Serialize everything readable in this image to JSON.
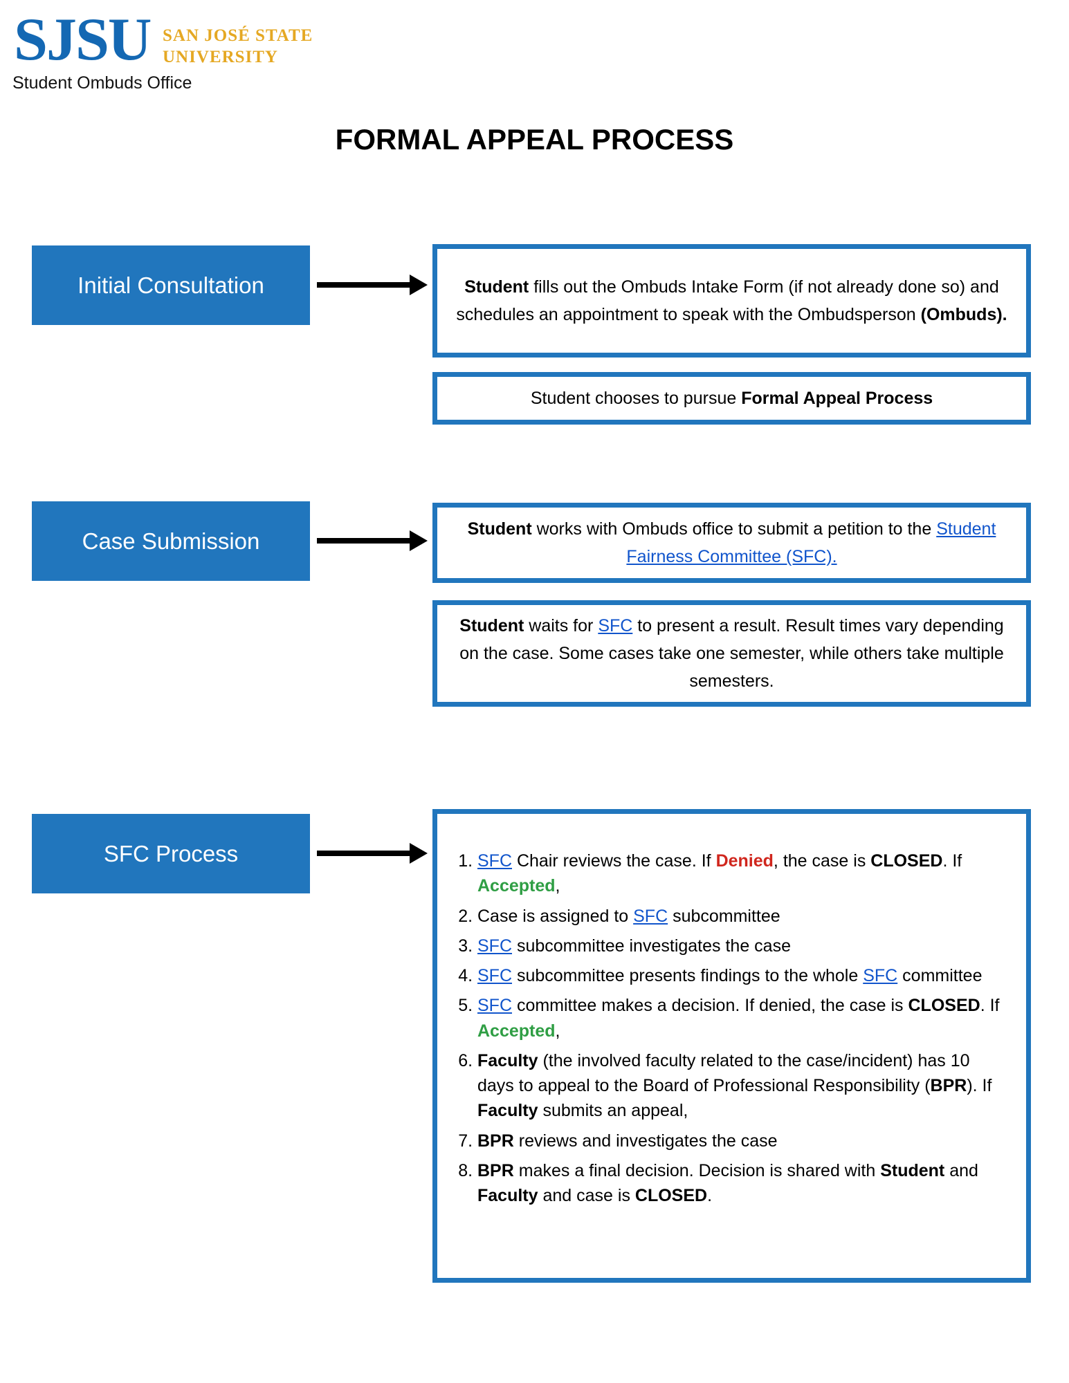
{
  "header": {
    "logo": {
      "acronym": "SJSU",
      "name_line1": "SAN JOSÉ STATE",
      "name_line2": "UNIVERSITY"
    },
    "office": "Student Ombuds Office"
  },
  "title": "FORMAL APPEAL PROCESS",
  "colors": {
    "accent_blue": "#2176bd",
    "sjsu_blue": "#1468b3",
    "sjsu_gold": "#e5a823",
    "link_blue": "#1155cc",
    "denied_red": "#d0261d",
    "accepted_green": "#2f9e44"
  },
  "sections": [
    {
      "label": "Initial Consultation",
      "boxes": [
        {
          "segments": [
            {
              "t": "Student",
              "b": true
            },
            {
              "t": " fills out the Ombuds Intake Form (if not already done so) and schedules an appointment to speak with the Ombudsperson "
            },
            {
              "t": "(Ombuds).",
              "b": true
            }
          ]
        },
        {
          "segments": [
            {
              "t": "Student chooses to pursue "
            },
            {
              "t": "Formal Appeal Process",
              "b": true
            }
          ]
        }
      ]
    },
    {
      "label": "Case Submission",
      "boxes": [
        {
          "segments": [
            {
              "t": "Student",
              "b": true
            },
            {
              "t": " works with Ombuds office to submit a petition to the "
            },
            {
              "t": "Student Fairness Committee (SFC).",
              "link": true,
              "name": "sfc-link"
            }
          ]
        },
        {
          "segments": [
            {
              "t": "Student",
              "b": true
            },
            {
              "t": " waits for "
            },
            {
              "t": "SFC",
              "link": true,
              "name": "sfc-link"
            },
            {
              "t": " to present a result. Result times vary depending on the case. Some cases take one semester, while others take multiple semesters."
            }
          ]
        }
      ]
    },
    {
      "label": "SFC Process",
      "list": [
        {
          "segments": [
            {
              "t": "SFC",
              "link": true,
              "name": "sfc-link"
            },
            {
              "t": " Chair reviews the case. If "
            },
            {
              "t": "Denied",
              "b": true,
              "c": "red"
            },
            {
              "t": ", the case is "
            },
            {
              "t": "CLOSED",
              "b": true
            },
            {
              "t": ". If "
            },
            {
              "t": "Accepted",
              "b": true,
              "c": "green"
            },
            {
              "t": ","
            }
          ]
        },
        {
          "segments": [
            {
              "t": "Case is assigned to "
            },
            {
              "t": "SFC",
              "link": true,
              "name": "sfc-link"
            },
            {
              "t": " subcommittee"
            }
          ]
        },
        {
          "segments": [
            {
              "t": "SFC",
              "link": true,
              "name": "sfc-link"
            },
            {
              "t": " subcommittee investigates the case"
            }
          ]
        },
        {
          "segments": [
            {
              "t": "SFC",
              "link": true,
              "name": "sfc-link"
            },
            {
              "t": " subcommittee presents findings to the whole "
            },
            {
              "t": "SFC",
              "link": true,
              "name": "sfc-link"
            },
            {
              "t": " committee"
            }
          ]
        },
        {
          "segments": [
            {
              "t": "SFC",
              "link": true,
              "name": "sfc-link"
            },
            {
              "t": " committee makes a decision. If denied, the case is "
            },
            {
              "t": "CLOSED",
              "b": true
            },
            {
              "t": ". If "
            },
            {
              "t": "Accepted",
              "b": true,
              "c": "green"
            },
            {
              "t": ","
            }
          ]
        },
        {
          "segments": [
            {
              "t": "Faculty",
              "b": true
            },
            {
              "t": " (the involved faculty related to the case/incident) has 10 days to appeal to the Board of Professional Responsibility ("
            },
            {
              "t": "BPR",
              "b": true
            },
            {
              "t": "). If "
            },
            {
              "t": "Faculty",
              "b": true
            },
            {
              "t": " submits an appeal,"
            }
          ]
        },
        {
          "segments": [
            {
              "t": "BPR",
              "b": true
            },
            {
              "t": " reviews and investigates the case"
            }
          ]
        },
        {
          "segments": [
            {
              "t": "BPR",
              "b": true
            },
            {
              "t": " makes a final decision. Decision is shared with "
            },
            {
              "t": "Student",
              "b": true
            },
            {
              "t": " and "
            },
            {
              "t": "Faculty",
              "b": true
            },
            {
              "t": " and case is "
            },
            {
              "t": "CLOSED",
              "b": true
            },
            {
              "t": "."
            }
          ]
        }
      ]
    }
  ]
}
